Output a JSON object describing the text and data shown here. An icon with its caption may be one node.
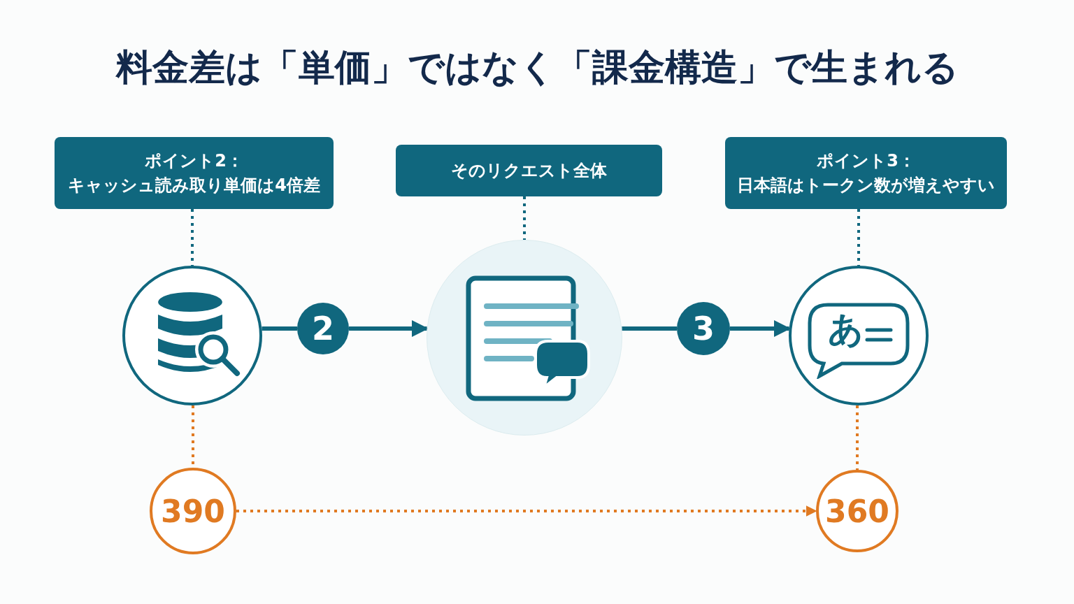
{
  "diagram": {
    "title": "料金差は「単価」ではなく「課金構造」で生まれる",
    "nodes": [
      {
        "text": [
          "ポイント2：",
          "キャッシュ読み取り単価は4倍差"
        ]
      },
      {
        "text": [
          "そのリクエスト全体"
        ]
      },
      {
        "text": [
          "ポイント3：",
          "日本語はトークン数が増えやすい"
        ]
      },
      {
        "text": [],
        "shape": "circle"
      },
      {
        "text": [
          "2"
        ]
      },
      {
        "text": [],
        "shape": "circle"
      },
      {
        "text": [
          "3"
        ]
      },
      {
        "text": [
          "あ"
        ]
      },
      {
        "text": [
          "390"
        ]
      },
      {
        "text": [
          "360"
        ]
      }
    ],
    "edges": [
      {
        "from": 0,
        "to": 3,
        "arrow": "none",
        "style": "dashed"
      },
      {
        "from": 1,
        "to": 5,
        "arrow": "none",
        "style": "dashed"
      },
      {
        "from": 2,
        "to": 7,
        "arrow": "none",
        "style": "dashed"
      },
      {
        "from": 3,
        "to": 4,
        "arrow": "none"
      },
      {
        "from": 4,
        "to": 5,
        "arrow": "to"
      },
      {
        "from": 5,
        "to": 6,
        "arrow": "none"
      },
      {
        "from": 6,
        "to": 7,
        "arrow": "to"
      },
      {
        "from": 3,
        "to": 8,
        "arrow": "none",
        "style": "dashed",
        "color": "#e07a22"
      },
      {
        "from": 7,
        "to": 9,
        "arrow": "none",
        "style": "dashed",
        "color": "#e07a22"
      },
      {
        "from": 8,
        "to": 9,
        "arrow": "to",
        "style": "dashed",
        "color": "#e07a22"
      }
    ]
  }
}
